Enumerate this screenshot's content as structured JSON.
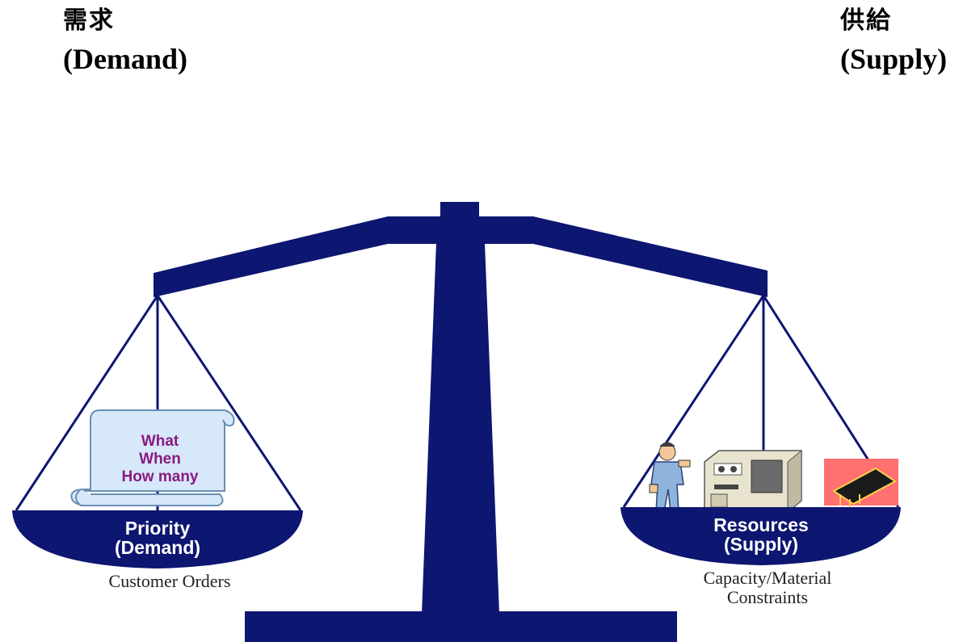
{
  "demand_header": {
    "zh": "需求",
    "en": "(Demand)"
  },
  "supply_header": {
    "zh": "供給",
    "en": "(Supply)"
  },
  "scroll_lines": [
    "What",
    "When",
    "How many"
  ],
  "left_pan": {
    "line1": "Priority",
    "line2": "(Demand)",
    "caption": "Customer Orders"
  },
  "right_pan": {
    "line1": "Resources",
    "line2": "(Supply)",
    "caption_line1": "Capacity/Material",
    "caption_line2": "Constraints"
  },
  "icons": [
    "worker-icon",
    "machine-icon",
    "microchip-icon"
  ],
  "colors": {
    "scale": "#0d1670",
    "scroll": "#d6e8fa",
    "scroll_text": "#8a1a80",
    "chip_glow": "#ff6060"
  }
}
